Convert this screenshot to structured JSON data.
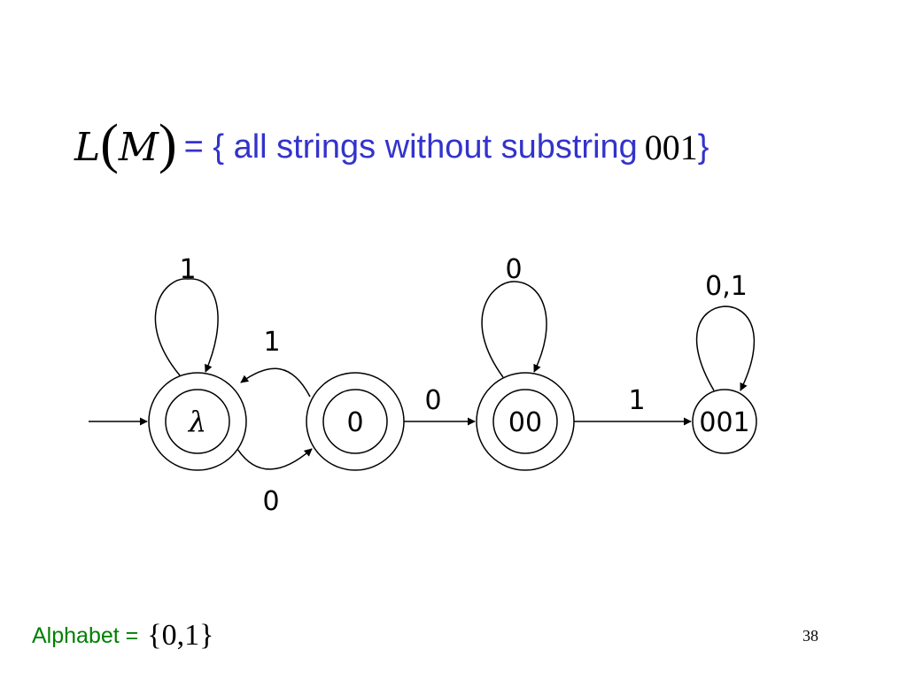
{
  "title": {
    "func_letter": "L",
    "open_paren": "(",
    "arg_letter": "M",
    "close_paren": ")",
    "text": "= { all strings without substring",
    "substring": "001",
    "close_brace": "}"
  },
  "diagram": {
    "states": [
      {
        "id": "lambda",
        "label": "λ",
        "accepting": true,
        "initial": true
      },
      {
        "id": "0",
        "label": "0",
        "accepting": true,
        "initial": false
      },
      {
        "id": "00",
        "label": "00",
        "accepting": true,
        "initial": false
      },
      {
        "id": "001",
        "label": "001",
        "accepting": false,
        "initial": false
      }
    ],
    "transitions": [
      {
        "from": "lambda",
        "to": "lambda",
        "label": "1"
      },
      {
        "from": "0",
        "to": "lambda",
        "label": "1"
      },
      {
        "from": "lambda",
        "to": "0",
        "label": "0"
      },
      {
        "from": "0",
        "to": "00",
        "label": "0"
      },
      {
        "from": "00",
        "to": "00",
        "label": "0"
      },
      {
        "from": "00",
        "to": "001",
        "label": "1"
      },
      {
        "from": "001",
        "to": "001",
        "label": "0,1"
      }
    ]
  },
  "footer": {
    "alphabet_label": "Alphabet =",
    "alphabet_set": "{0,1}"
  },
  "page_number": "38"
}
